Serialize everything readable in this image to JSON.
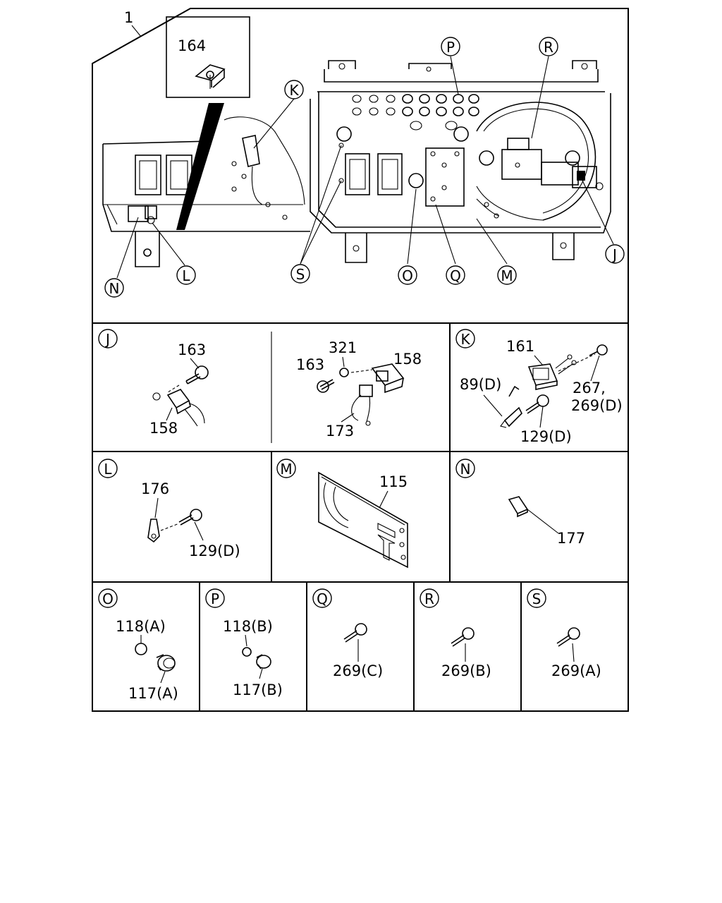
{
  "main": {
    "assembly_number": "1",
    "inset_part_number": "164",
    "callouts": [
      "P",
      "R",
      "K",
      "N",
      "L",
      "S",
      "O",
      "Q",
      "M",
      "J"
    ]
  },
  "panels": {
    "J": {
      "letter": "J",
      "left_parts": [
        "163",
        "158"
      ],
      "right_parts": [
        "163",
        "321",
        "158",
        "173"
      ]
    },
    "K": {
      "letter": "K",
      "parts": [
        "161",
        "89(D)",
        "267,",
        "269(D)",
        "129(D)"
      ]
    },
    "L": {
      "letter": "L",
      "parts": [
        "176",
        "129(D)"
      ]
    },
    "M": {
      "letter": "M",
      "parts": [
        "115"
      ]
    },
    "N": {
      "letter": "N",
      "parts": [
        "177"
      ]
    },
    "O": {
      "letter": "O",
      "parts": [
        "118(A)",
        "117(A)"
      ]
    },
    "P": {
      "letter": "P",
      "parts": [
        "118(B)",
        "117(B)"
      ]
    },
    "Q": {
      "letter": "Q",
      "parts": [
        "269(C)"
      ]
    },
    "R": {
      "letter": "R",
      "parts": [
        "269(B)"
      ]
    },
    "S": {
      "letter": "S",
      "parts": [
        "269(A)"
      ]
    }
  }
}
